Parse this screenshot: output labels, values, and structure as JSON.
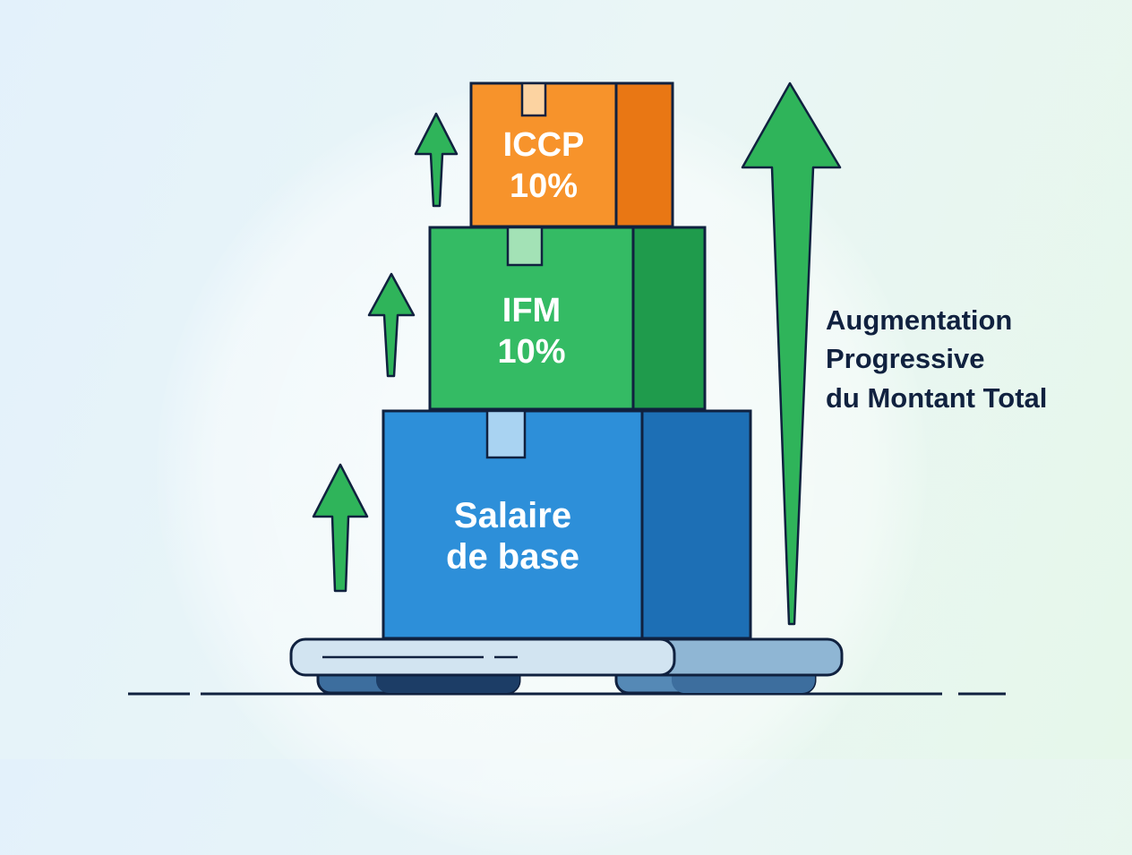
{
  "boxes": {
    "iccp": {
      "line1": "ICCP",
      "line2": "10%",
      "color": "#f7932b"
    },
    "ifm": {
      "line1": "IFM",
      "line2": "10%",
      "color": "#34bb64"
    },
    "base": {
      "line1": "Salaire",
      "line2": "de base",
      "color": "#2d8fd9"
    }
  },
  "caption": {
    "line1": "Augmentation",
    "line2": "Progressive",
    "line3": "du Montant Total"
  },
  "colors": {
    "arrow": "#2fb45a",
    "outline": "#10213f",
    "platform": "#d2e4f1"
  },
  "icons": [
    "up-arrow-icon",
    "tall-up-arrow-icon"
  ]
}
